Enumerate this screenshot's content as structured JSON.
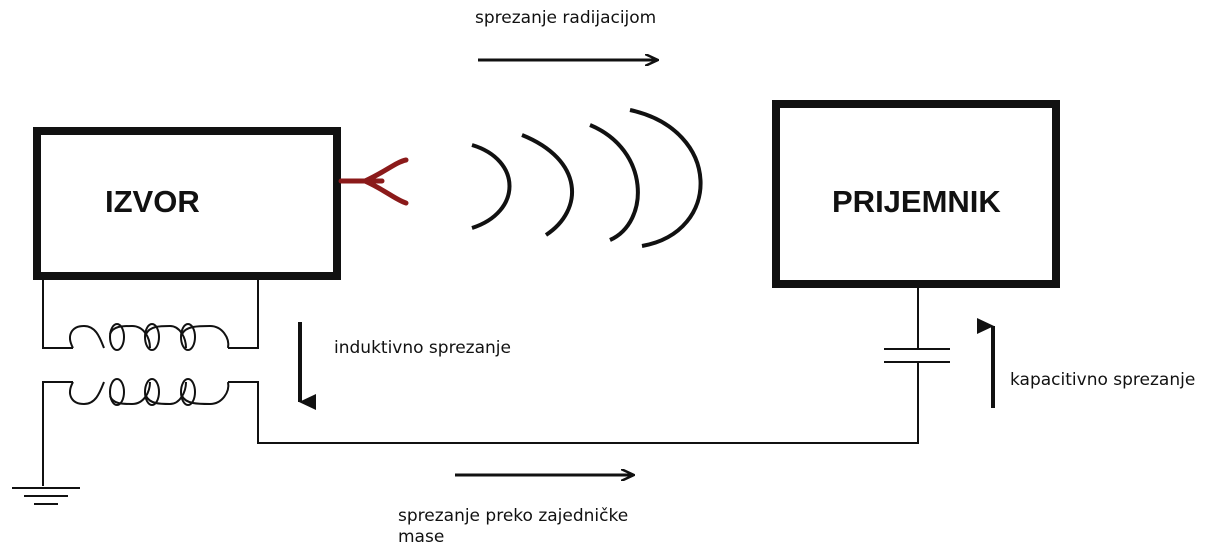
{
  "labels": {
    "radiation": "sprezanje radijacijom",
    "inductive": "induktivno sprezanje",
    "capacitive": "kapacitivno sprezanje",
    "common_ground_line1": "sprezanje preko zajedničke",
    "common_ground_line2": "mase"
  },
  "blocks": {
    "source": "IZVOR",
    "receiver": "PRIJEMNIK"
  },
  "colors": {
    "line": "#111111",
    "antenna": "#8b1a1a"
  }
}
